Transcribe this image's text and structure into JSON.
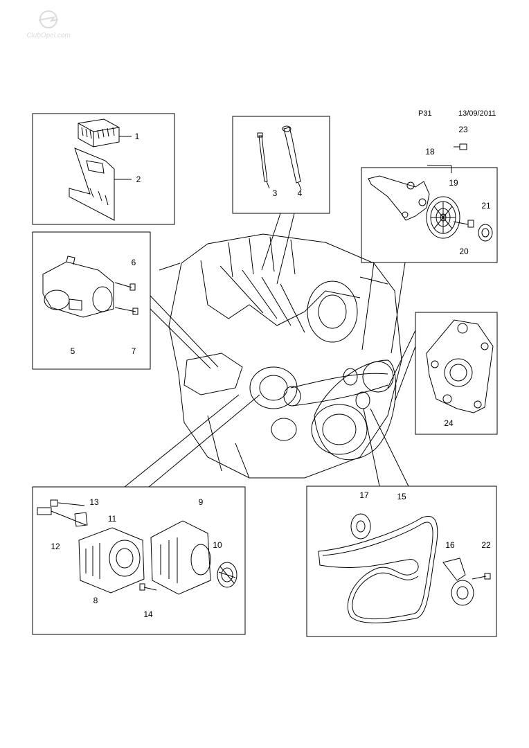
{
  "header": {
    "page_code": "P31",
    "date": "13/09/2011"
  },
  "watermark": {
    "brand": "ClubOpel.com",
    "logo_icon": "opel-blitz-logo"
  },
  "callouts": [
    "1",
    "2",
    "3",
    "4",
    "5",
    "6",
    "7",
    "8",
    "9",
    "10",
    "11",
    "12",
    "13",
    "14",
    "15",
    "16",
    "17",
    "18",
    "19",
    "20",
    "21",
    "22",
    "23",
    "24"
  ],
  "colors": {
    "line": "#000000",
    "background": "#ffffff",
    "watermark": "#9a9a9a"
  }
}
